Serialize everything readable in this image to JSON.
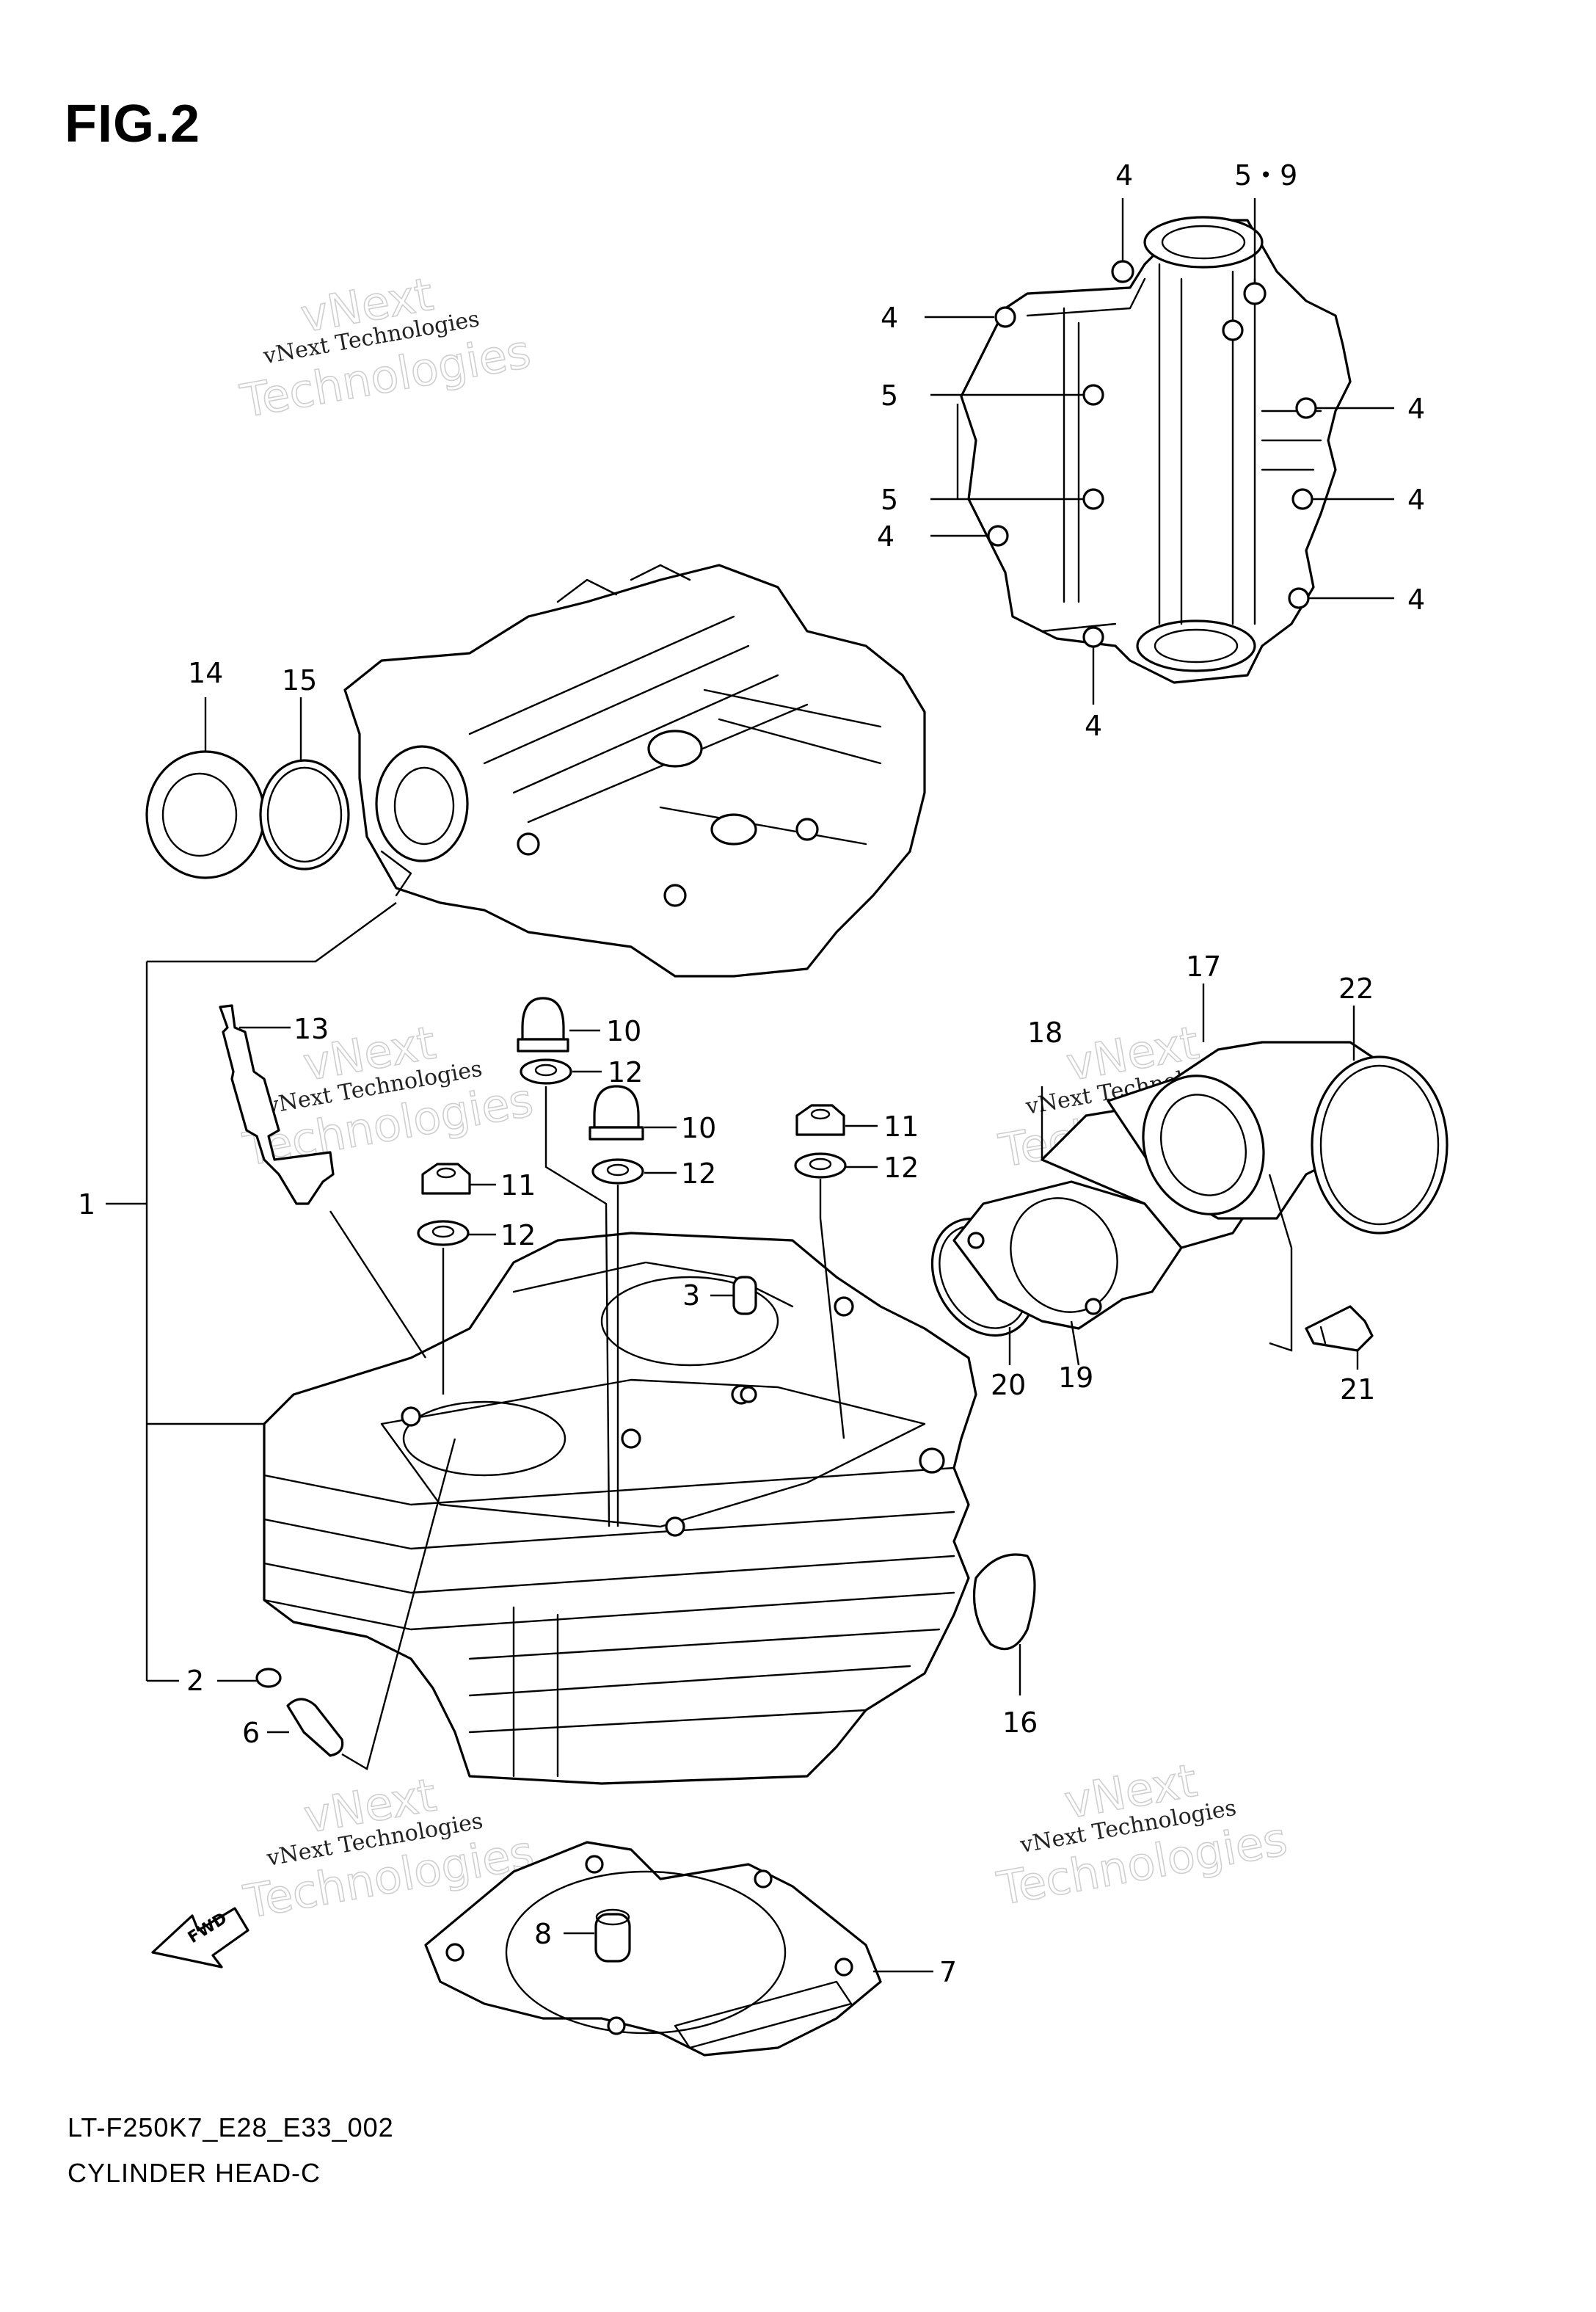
{
  "figure": {
    "title": "FIG.2",
    "code": "LT-F250K7_E28_E33_002",
    "name": "CYLINDER HEAD-C"
  },
  "watermark": {
    "text_top": "vNext",
    "text_mid": "vNext Technologies",
    "text_bottom": "Technologies",
    "color": "#cfcfcf"
  },
  "direction_arrow": {
    "label": "FWD"
  },
  "callouts": {
    "c1": "1",
    "c2": "2",
    "c3": "3",
    "c6": "6",
    "c7": "7",
    "c8": "8",
    "c10a": "10",
    "c10b": "10",
    "c11a": "11",
    "c11b": "11",
    "c12a": "12",
    "c12b": "12",
    "c12c": "12",
    "c13": "13",
    "c14": "14",
    "c15": "15",
    "c16": "16",
    "c17": "17",
    "c18": "18",
    "c19": "19",
    "c20": "20",
    "c21": "21",
    "c22": "22",
    "cover_4a": "4",
    "cover_4b": "4",
    "cover_4c": "4",
    "cover_4d": "4",
    "cover_4e": "4",
    "cover_4f": "4",
    "cover_4g": "4",
    "cover_59": "5・9",
    "cover_5a": "5",
    "cover_5b": "5"
  }
}
